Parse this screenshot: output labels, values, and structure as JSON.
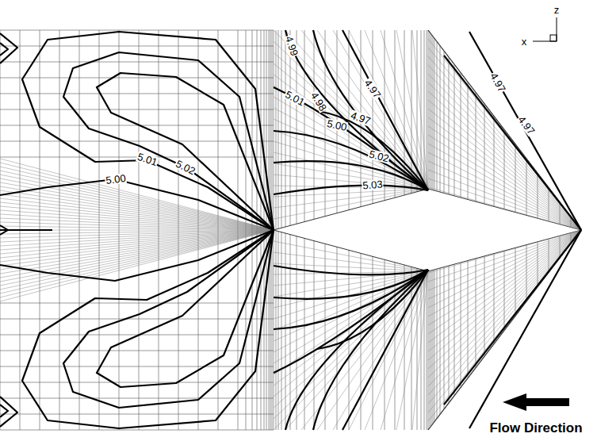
{
  "diagram": {
    "labels": [
      "z",
      "x",
      "5.01",
      "5.02",
      "5.00",
      "4.99",
      "4.98",
      "5.01",
      "5.00",
      "4.97",
      "4.97",
      "5.02",
      "5.03",
      "4.97",
      "4.97",
      "Flow Direction"
    ]
  }
}
